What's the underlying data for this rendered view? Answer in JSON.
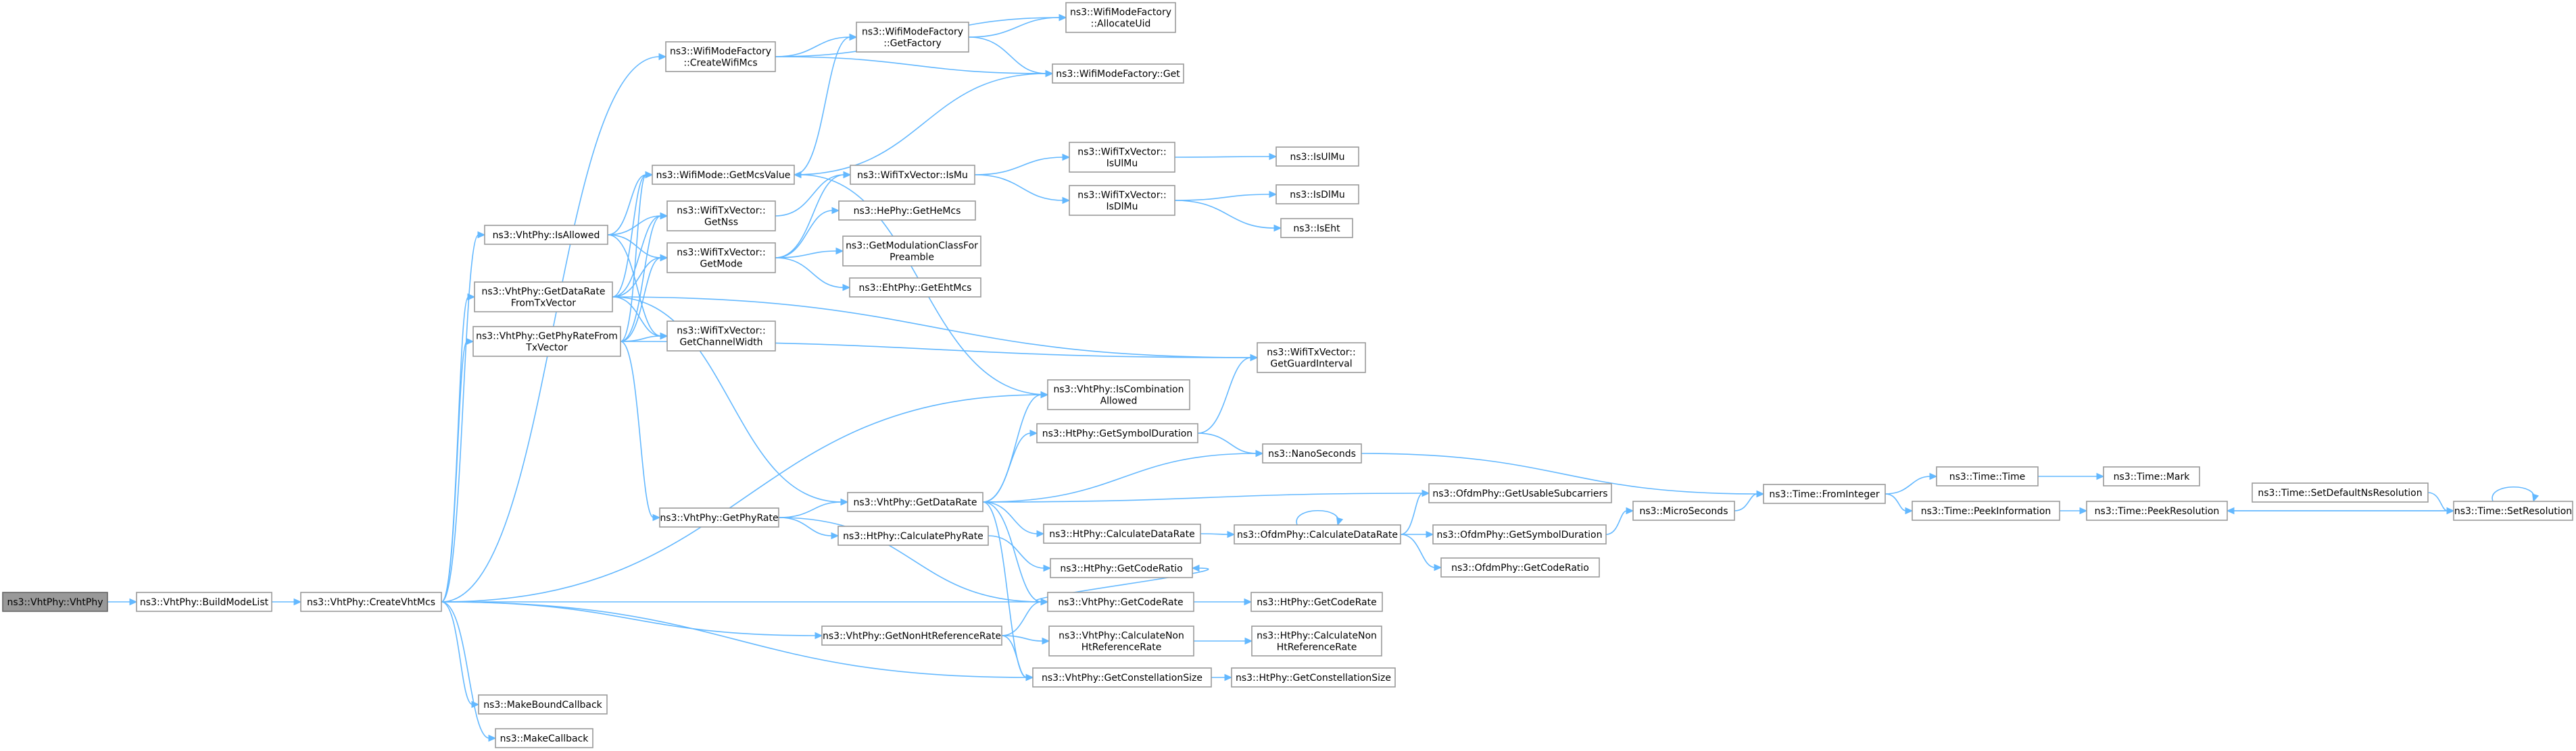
{
  "colors": {
    "edge": "#63b8ff",
    "node_border": "#999999",
    "root_fill": "#999999",
    "background": "#ffffff"
  },
  "nodes": [
    {
      "id": "VhtPhy",
      "lines": [
        "ns3::VhtPhy::VhtPhy"
      ],
      "root": true
    },
    {
      "id": "BuildModeList",
      "lines": [
        "ns3::VhtPhy::BuildModeList"
      ]
    },
    {
      "id": "CreateVhtMcs",
      "lines": [
        "ns3::VhtPhy::CreateVhtMcs"
      ]
    },
    {
      "id": "CreateWifiMcs",
      "lines": [
        "ns3::WifiModeFactory",
        "::CreateWifiMcs"
      ]
    },
    {
      "id": "IsAllowed",
      "lines": [
        "ns3::VhtPhy::IsAllowed"
      ]
    },
    {
      "id": "GetDataRateFromTxVector",
      "lines": [
        "ns3::VhtPhy::GetDataRate",
        "FromTxVector"
      ]
    },
    {
      "id": "GetPhyRateFromTxVector",
      "lines": [
        "ns3::VhtPhy::GetPhyRateFrom",
        "TxVector"
      ]
    },
    {
      "id": "GetPhyRate",
      "lines": [
        "ns3::VhtPhy::GetPhyRate"
      ]
    },
    {
      "id": "MakeBoundCallback",
      "lines": [
        "ns3::MakeBoundCallback"
      ]
    },
    {
      "id": "MakeCallback",
      "lines": [
        "ns3::MakeCallback"
      ]
    },
    {
      "id": "GetNonHtReferenceRate",
      "lines": [
        "ns3::VhtPhy::GetNonHtReferenceRate"
      ]
    },
    {
      "id": "GetMcsValue",
      "lines": [
        "ns3::WifiMode::GetMcsValue"
      ]
    },
    {
      "id": "GetNss",
      "lines": [
        "ns3::WifiTxVector::",
        "GetNss"
      ]
    },
    {
      "id": "GetMode",
      "lines": [
        "ns3::WifiTxVector::",
        "GetMode"
      ]
    },
    {
      "id": "GetChannelWidth",
      "lines": [
        "ns3::WifiTxVector::",
        "GetChannelWidth"
      ]
    },
    {
      "id": "GetFactory",
      "lines": [
        "ns3::WifiModeFactory",
        "::GetFactory"
      ]
    },
    {
      "id": "AllocateUid",
      "lines": [
        "ns3::WifiModeFactory",
        "::AllocateUid"
      ]
    },
    {
      "id": "FactoryGet",
      "lines": [
        "ns3::WifiModeFactory::Get"
      ]
    },
    {
      "id": "IsMu",
      "lines": [
        "ns3::WifiTxVector::IsMu"
      ]
    },
    {
      "id": "GetHeMcs",
      "lines": [
        "ns3::HePhy::GetHeMcs"
      ]
    },
    {
      "id": "GetModulationClassForPreamble",
      "lines": [
        "ns3::GetModulationClassFor",
        "Preamble"
      ]
    },
    {
      "id": "GetEhtMcs",
      "lines": [
        "ns3::EhtPhy::GetEhtMcs"
      ]
    },
    {
      "id": "VhtGetDataRate",
      "lines": [
        "ns3::VhtPhy::GetDataRate"
      ]
    },
    {
      "id": "HtCalculatePhyRate",
      "lines": [
        "ns3::HtPhy::CalculatePhyRate"
      ]
    },
    {
      "id": "TxIsUlMu",
      "lines": [
        "ns3::WifiTxVector::",
        "IsUlMu"
      ]
    },
    {
      "id": "TxIsDlMu",
      "lines": [
        "ns3::WifiTxVector::",
        "IsDlMu"
      ]
    },
    {
      "id": "IsUlMu",
      "lines": [
        "ns3::IsUlMu"
      ]
    },
    {
      "id": "IsDlMu",
      "lines": [
        "ns3::IsDlMu"
      ]
    },
    {
      "id": "IsEht",
      "lines": [
        "ns3::IsEht"
      ]
    },
    {
      "id": "GetGuardInterval",
      "lines": [
        "ns3::WifiTxVector::",
        "GetGuardInterval"
      ]
    },
    {
      "id": "IsCombinationAllowed",
      "lines": [
        "ns3::VhtPhy::IsCombination",
        "Allowed"
      ]
    },
    {
      "id": "HtGetSymbolDuration",
      "lines": [
        "ns3::HtPhy::GetSymbolDuration"
      ]
    },
    {
      "id": "NanoSeconds",
      "lines": [
        "ns3::NanoSeconds"
      ]
    },
    {
      "id": "HtCalculateDataRate",
      "lines": [
        "ns3::HtPhy::CalculateDataRate"
      ]
    },
    {
      "id": "HtGetCodeRatio",
      "lines": [
        "ns3::HtPhy::GetCodeRatio"
      ]
    },
    {
      "id": "VhtGetCodeRate",
      "lines": [
        "ns3::VhtPhy::GetCodeRate"
      ]
    },
    {
      "id": "VhtCalculateNonHtReferenceRate",
      "lines": [
        "ns3::VhtPhy::CalculateNon",
        "HtReferenceRate"
      ]
    },
    {
      "id": "VhtGetConstellationSize",
      "lines": [
        "ns3::VhtPhy::GetConstellationSize"
      ]
    },
    {
      "id": "OfdmGetUsableSubcarriers",
      "lines": [
        "ns3::OfdmPhy::GetUsableSubcarriers"
      ]
    },
    {
      "id": "OfdmCalculateDataRate",
      "lines": [
        "ns3::OfdmPhy::CalculateDataRate"
      ]
    },
    {
      "id": "OfdmGetSymbolDuration",
      "lines": [
        "ns3::OfdmPhy::GetSymbolDuration"
      ]
    },
    {
      "id": "OfdmGetCodeRatio",
      "lines": [
        "ns3::OfdmPhy::GetCodeRatio"
      ]
    },
    {
      "id": "HtGetCodeRate",
      "lines": [
        "ns3::HtPhy::GetCodeRate"
      ]
    },
    {
      "id": "HtCalculateNonHtReferenceRate",
      "lines": [
        "ns3::HtPhy::CalculateNon",
        "HtReferenceRate"
      ]
    },
    {
      "id": "HtGetConstellationSize",
      "lines": [
        "ns3::HtPhy::GetConstellationSize"
      ]
    },
    {
      "id": "MicroSeconds",
      "lines": [
        "ns3::MicroSeconds"
      ]
    },
    {
      "id": "FromInteger",
      "lines": [
        "ns3::Time::FromInteger"
      ]
    },
    {
      "id": "TimeTime",
      "lines": [
        "ns3::Time::Time"
      ]
    },
    {
      "id": "PeekInformation",
      "lines": [
        "ns3::Time::PeekInformation"
      ]
    },
    {
      "id": "TimeMark",
      "lines": [
        "ns3::Time::Mark"
      ]
    },
    {
      "id": "PeekResolution",
      "lines": [
        "ns3::Time::PeekResolution"
      ]
    },
    {
      "id": "SetDefaultNsResolution",
      "lines": [
        "ns3::Time::SetDefaultNsResolution"
      ]
    },
    {
      "id": "SetResolution",
      "lines": [
        "ns3::Time::SetResolution"
      ]
    }
  ],
  "edges": [
    [
      "VhtPhy",
      "BuildModeList"
    ],
    [
      "BuildModeList",
      "CreateVhtMcs"
    ],
    [
      "CreateVhtMcs",
      "CreateWifiMcs"
    ],
    [
      "CreateVhtMcs",
      "IsAllowed"
    ],
    [
      "CreateVhtMcs",
      "GetDataRateFromTxVector"
    ],
    [
      "CreateVhtMcs",
      "GetPhyRateFromTxVector"
    ],
    [
      "CreateVhtMcs",
      "MakeBoundCallback"
    ],
    [
      "CreateVhtMcs",
      "MakeCallback"
    ],
    [
      "CreateVhtMcs",
      "GetNonHtReferenceRate"
    ],
    [
      "CreateVhtMcs",
      "VhtGetCodeRate"
    ],
    [
      "CreateVhtMcs",
      "VhtGetConstellationSize"
    ],
    [
      "CreateVhtMcs",
      "IsCombinationAllowed"
    ],
    [
      "CreateWifiMcs",
      "AllocateUid"
    ],
    [
      "CreateWifiMcs",
      "GetFactory"
    ],
    [
      "CreateWifiMcs",
      "FactoryGet"
    ],
    [
      "GetFactory",
      "AllocateUid"
    ],
    [
      "GetFactory",
      "FactoryGet"
    ],
    [
      "IsAllowed",
      "GetMcsValue"
    ],
    [
      "IsAllowed",
      "GetNss"
    ],
    [
      "IsAllowed",
      "GetMode"
    ],
    [
      "IsAllowed",
      "GetChannelWidth"
    ],
    [
      "GetDataRateFromTxVector",
      "GetMcsValue"
    ],
    [
      "GetDataRateFromTxVector",
      "GetNss"
    ],
    [
      "GetDataRateFromTxVector",
      "GetMode"
    ],
    [
      "GetDataRateFromTxVector",
      "GetChannelWidth"
    ],
    [
      "GetDataRateFromTxVector",
      "GetGuardInterval"
    ],
    [
      "GetDataRateFromTxVector",
      "VhtGetDataRate"
    ],
    [
      "GetPhyRateFromTxVector",
      "GetMcsValue"
    ],
    [
      "GetPhyRateFromTxVector",
      "GetNss"
    ],
    [
      "GetPhyRateFromTxVector",
      "GetMode"
    ],
    [
      "GetPhyRateFromTxVector",
      "GetChannelWidth"
    ],
    [
      "GetPhyRateFromTxVector",
      "GetGuardInterval"
    ],
    [
      "GetPhyRateFromTxVector",
      "GetPhyRate"
    ],
    [
      "GetMcsValue",
      "GetFactory"
    ],
    [
      "GetMcsValue",
      "FactoryGet"
    ],
    [
      "GetNss",
      "IsMu"
    ],
    [
      "GetMode",
      "IsMu"
    ],
    [
      "GetMode",
      "GetHeMcs"
    ],
    [
      "GetMode",
      "GetModulationClassForPreamble"
    ],
    [
      "GetMode",
      "GetEhtMcs"
    ],
    [
      "IsMu",
      "TxIsUlMu"
    ],
    [
      "IsMu",
      "TxIsDlMu"
    ],
    [
      "TxIsUlMu",
      "IsUlMu"
    ],
    [
      "TxIsDlMu",
      "IsDlMu"
    ],
    [
      "TxIsDlMu",
      "IsEht"
    ],
    [
      "GetPhyRate",
      "VhtGetDataRate"
    ],
    [
      "GetPhyRate",
      "HtCalculatePhyRate"
    ],
    [
      "GetPhyRate",
      "VhtGetCodeRate"
    ],
    [
      "HtCalculatePhyRate",
      "HtGetCodeRatio"
    ],
    [
      "VhtGetDataRate",
      "IsCombinationAllowed"
    ],
    [
      "VhtGetDataRate",
      "HtGetSymbolDuration"
    ],
    [
      "VhtGetDataRate",
      "NanoSeconds"
    ],
    [
      "VhtGetDataRate",
      "OfdmGetUsableSubcarriers"
    ],
    [
      "VhtGetDataRate",
      "HtCalculateDataRate"
    ],
    [
      "VhtGetDataRate",
      "VhtGetCodeRate"
    ],
    [
      "VhtGetDataRate",
      "VhtGetConstellationSize"
    ],
    [
      "IsCombinationAllowed",
      "GetMcsValue"
    ],
    [
      "HtGetSymbolDuration",
      "GetGuardInterval"
    ],
    [
      "HtGetSymbolDuration",
      "NanoSeconds"
    ],
    [
      "NanoSeconds",
      "FromInteger"
    ],
    [
      "HtCalculateDataRate",
      "OfdmCalculateDataRate"
    ],
    [
      "OfdmCalculateDataRate",
      "OfdmCalculateDataRate"
    ],
    [
      "OfdmCalculateDataRate",
      "OfdmGetUsableSubcarriers"
    ],
    [
      "OfdmCalculateDataRate",
      "OfdmGetSymbolDuration"
    ],
    [
      "OfdmCalculateDataRate",
      "OfdmGetCodeRatio"
    ],
    [
      "OfdmGetSymbolDuration",
      "MicroSeconds"
    ],
    [
      "MicroSeconds",
      "FromInteger"
    ],
    [
      "FromInteger",
      "TimeTime"
    ],
    [
      "FromInteger",
      "PeekInformation"
    ],
    [
      "TimeTime",
      "TimeMark"
    ],
    [
      "PeekInformation",
      "PeekResolution"
    ],
    [
      "PeekResolution",
      "SetResolution"
    ],
    [
      "SetResolution",
      "PeekResolution"
    ],
    [
      "SetResolution",
      "SetResolution"
    ],
    [
      "SetDefaultNsResolution",
      "SetResolution"
    ],
    [
      "VhtGetCodeRate",
      "HtGetCodeRate"
    ],
    [
      "VhtGetCodeRate",
      "HtGetCodeRatio"
    ],
    [
      "GetNonHtReferenceRate",
      "VhtCalculateNonHtReferenceRate"
    ],
    [
      "GetNonHtReferenceRate",
      "VhtGetCodeRate"
    ],
    [
      "GetNonHtReferenceRate",
      "VhtGetConstellationSize"
    ],
    [
      "VhtCalculateNonHtReferenceRate",
      "HtCalculateNonHtReferenceRate"
    ],
    [
      "VhtGetConstellationSize",
      "HtGetConstellationSize"
    ]
  ]
}
